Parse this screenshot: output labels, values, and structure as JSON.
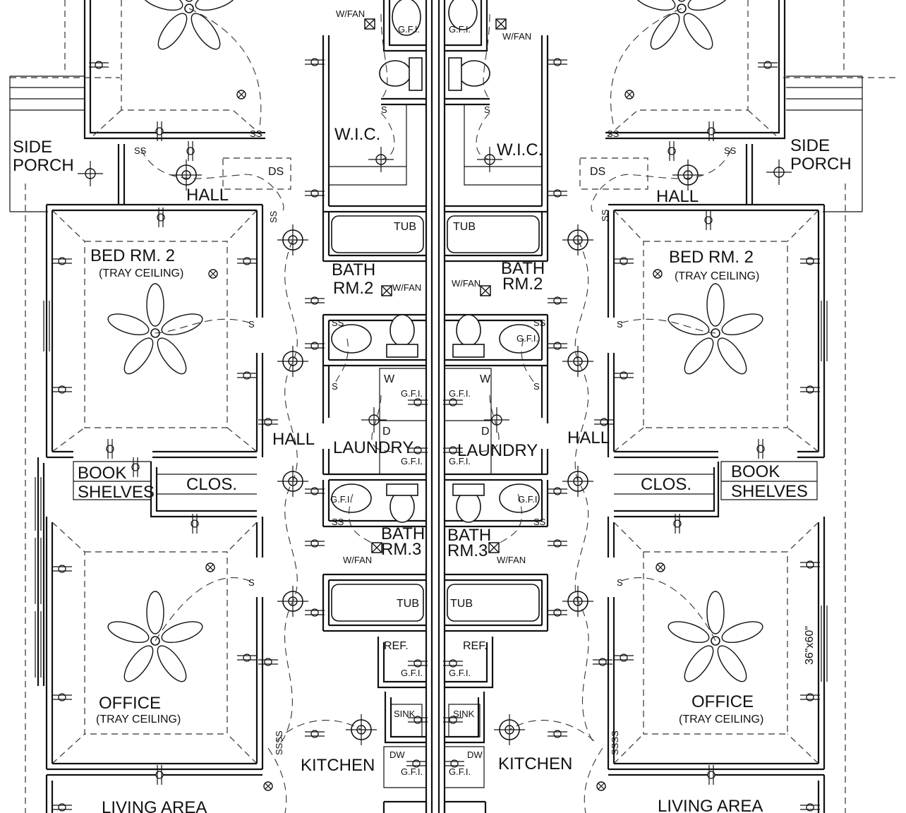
{
  "plan": {
    "left_unit": {
      "side_porch": [
        "SIDE",
        "PORCH"
      ],
      "hall_top": "HALL",
      "ds": "DS",
      "wic": "W.I.C.",
      "tub_top": "TUB",
      "bath2": [
        "BATH",
        "RM.2"
      ],
      "wfan_top": "W/FAN",
      "wfan_b2": "W/FAN",
      "bed2": "BED RM. 2",
      "bed2_sub": "(TRAY CEILING)",
      "hall_center": "HALL",
      "laundry": "LAUNDRY",
      "w": "W",
      "d": "D",
      "gfi_laundry_a": "G.F.I.",
      "gfi_laundry_b": "G.F.I.",
      "gfi_top": "G.F.I.",
      "book": [
        "BOOK",
        "SHELVES"
      ],
      "clos": "CLOS.",
      "gfi_b3": "G.F.I.",
      "bath3": [
        "BATH",
        "RM.3"
      ],
      "wfan_b3": "W/FAN",
      "tub_bottom": "TUB",
      "ref": "REF.",
      "gfi_ref": "G.F.I.",
      "sink": "SINK",
      "dw": "DW",
      "gfi_dw": "G.F.I.",
      "kitchen": "KITCHEN",
      "office": "OFFICE",
      "office_sub": "(TRAY CEILING)",
      "living": "LIVING AREA"
    },
    "right_unit": {
      "side_porch": [
        "SIDE",
        "PORCH"
      ],
      "hall_top": "HALL",
      "ds": "DS",
      "wic": "W.I.C.",
      "tub_top": "TUB",
      "bath2": [
        "BATH",
        "RM.2"
      ],
      "wfan_top": "W/FAN",
      "wfan_b2": "W/FAN",
      "bed2": "BED RM. 2",
      "bed2_sub": "(TRAY CEILING)",
      "hall_center": "HALL",
      "laundry": "LAUNDRY",
      "w": "W",
      "d": "D",
      "gfi_laundry_a": "G.F.I.",
      "gfi_laundry_b": "G.F.I.",
      "gfi_top": "G.F.I.",
      "gfi_b2": "G.F.I.",
      "book": [
        "BOOK",
        "SHELVES"
      ],
      "clos": "CLOS.",
      "gfi_b3": "G.F.I.",
      "bath3": [
        "BATH",
        "RM.3"
      ],
      "wfan_b3": "W/FAN",
      "tub_bottom": "TUB",
      "ref": "REF.",
      "gfi_ref": "G.F.I.",
      "sink": "SINK",
      "dw": "DW",
      "gfi_dw": "G.F.I.",
      "kitchen": "KITCHEN",
      "office": "OFFICE",
      "office_sub": "(TRAY CEILING)",
      "living": "LIVING AREA",
      "window_note": "36\"x60\""
    },
    "switch_labels": {
      "ss": "SS",
      "s": "S",
      "ssss": "SSSS"
    }
  }
}
